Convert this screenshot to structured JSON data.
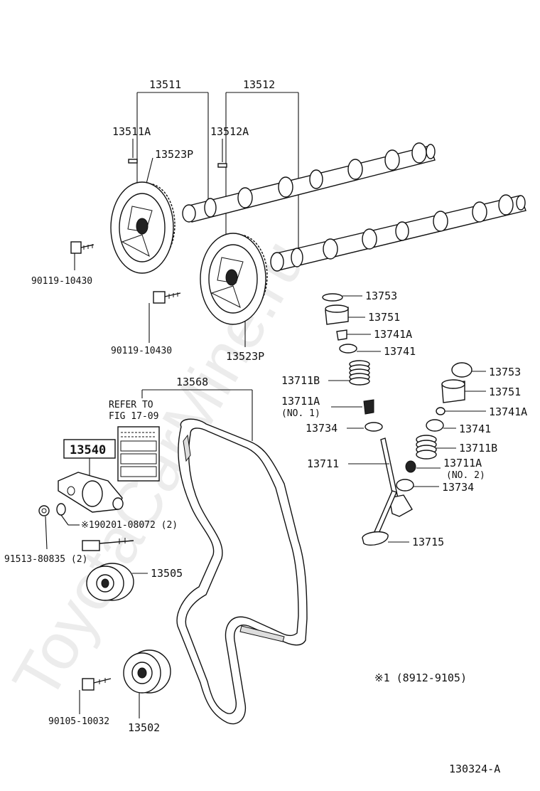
{
  "watermark": "ToyotaCarMine.ru",
  "figure_id": "130324-A",
  "footnote": "※1 (8912-9105)",
  "refer_box": {
    "line1": "REFER TO",
    "line2": "FIG 17-09"
  },
  "labels": {
    "camshaft_exhaust": "13511",
    "camshaft_intake": "13512",
    "pin_exhaust": "13511A",
    "pin_intake": "13512A",
    "sprocket_left": "13523P",
    "sprocket_right": "13523P",
    "bolt_sprocket_1": "90119-10430",
    "bolt_sprocket_2": "90119-10430",
    "timing_belt": "13568",
    "tensioner_box": "13540",
    "washer_note": "※190201-08072 (2)",
    "stud_bolt": "91513-80835 (2)",
    "tensioner_pulley": "13505",
    "idler_bolt": "90105-10032",
    "idler_pulley": "13502",
    "shim_a": "13753",
    "lifter_a": "13751",
    "keeper_a": "13741A",
    "retainer_a": "13741",
    "spring_a": "13711B",
    "guide_a": "13711A",
    "guide_a_note": "(NO. 1)",
    "seat_a": "13734",
    "valve_exhaust": "13711",
    "shim_b": "13753",
    "lifter_b": "13751",
    "keeper_b": "13741A",
    "retainer_b": "13741",
    "spring_b": "13711B",
    "guide_b": "13711A",
    "guide_b_note": "(NO. 2)",
    "seat_b": "13734",
    "valve_intake": "13715"
  }
}
